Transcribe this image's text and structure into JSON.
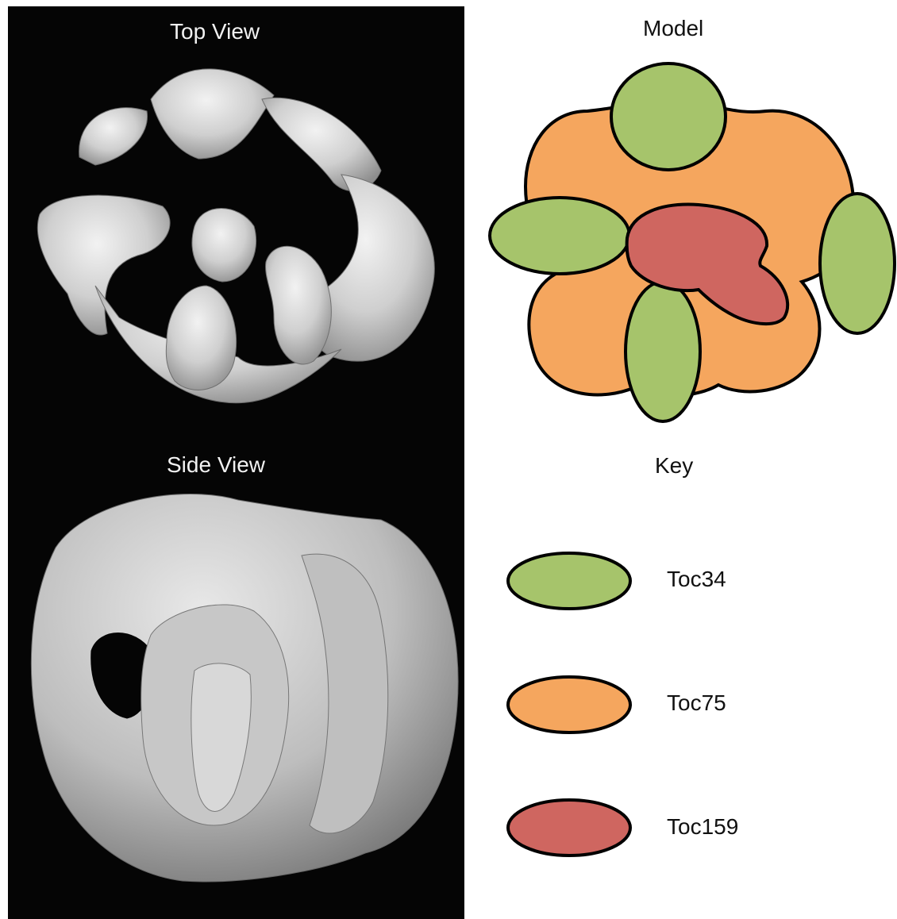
{
  "panels": {
    "top_view": {
      "title": "Top View"
    },
    "side_view": {
      "title": "Side View"
    },
    "model": {
      "title": "Model"
    },
    "key": {
      "title": "Key",
      "items": [
        {
          "label": "Toc34",
          "color": "#a6c46b"
        },
        {
          "label": "Toc75",
          "color": "#f5a65e"
        },
        {
          "label": "Toc159",
          "color": "#cf6660"
        }
      ]
    }
  },
  "colors": {
    "outline": "#000000",
    "background_dark": "#050505",
    "render_gray": "#cfcfcf"
  }
}
